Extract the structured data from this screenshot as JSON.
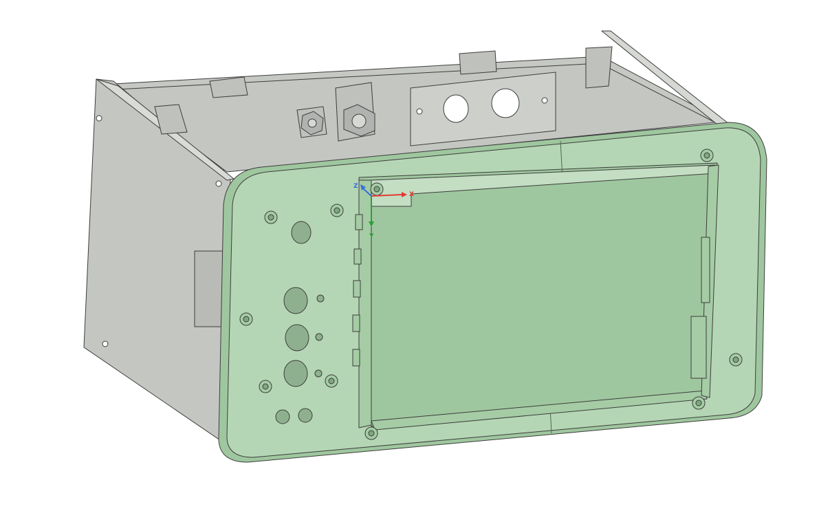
{
  "axes": {
    "x_label": "X",
    "y_label": "Y",
    "z_label": "Z",
    "x_color": "#e53935",
    "y_color": "#2e9e3a",
    "z_color": "#3a6fd8"
  },
  "colors": {
    "background": "#ffffff",
    "body_gray": "#c9cbc7",
    "body_gray_dark": "#a9aca8",
    "body_gray_light": "#dcdedb",
    "panel_green": "#b4d6b4",
    "panel_green_dark": "#8fbf8f",
    "edge": "#3c3c3c"
  }
}
